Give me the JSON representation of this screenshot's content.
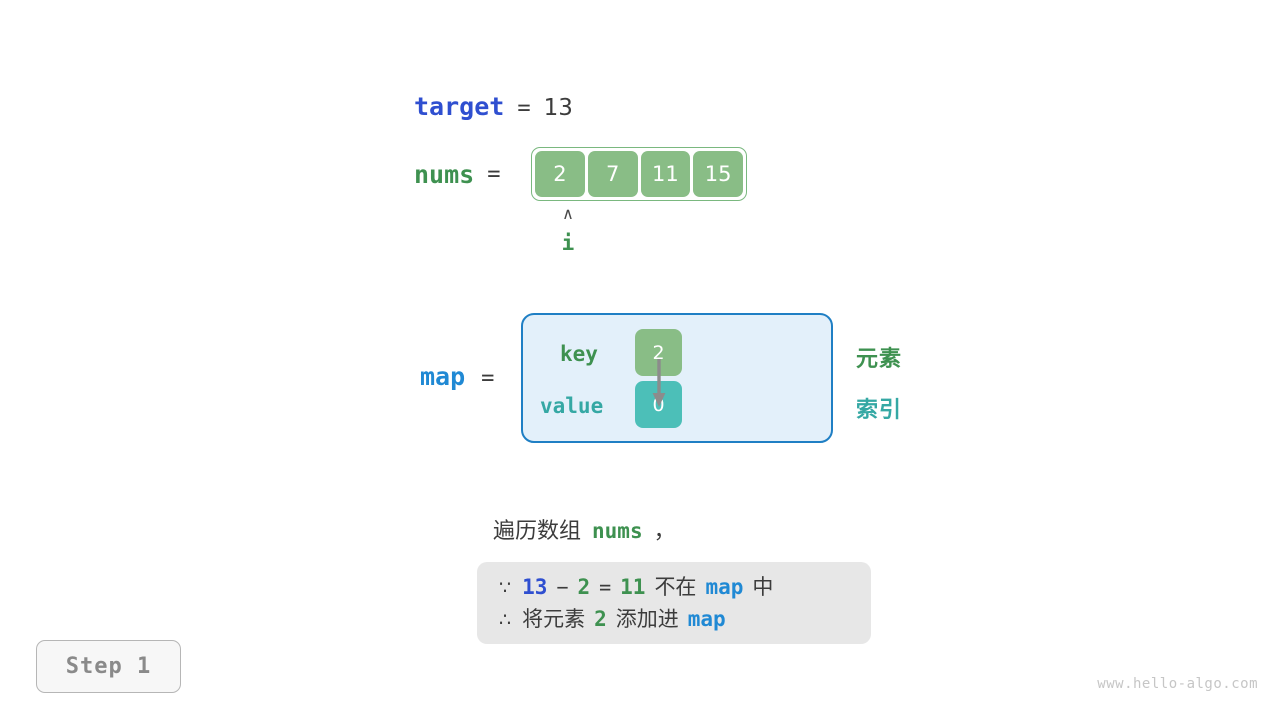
{
  "target": {
    "name": "target",
    "equals": "=",
    "value": "13"
  },
  "nums": {
    "name": "nums",
    "equals": "=",
    "cells": [
      "2",
      "7",
      "11",
      "15"
    ],
    "pointer": {
      "caret": "∧",
      "label": "i",
      "index": 0
    }
  },
  "map": {
    "name": "map",
    "equals": "=",
    "key_label": "key",
    "value_label": "value",
    "key_cell": "2",
    "value_cell": "0",
    "arrow_name": "key-to-value-arrow",
    "side_notes": {
      "element": "元素",
      "index": "索引"
    }
  },
  "description": {
    "prefix": "遍历数组",
    "code": "nums",
    "suffix": "，"
  },
  "explanation": {
    "line1": {
      "symbol": "∵",
      "a": "13",
      "minus": "−",
      "b": "2",
      "eq": "=",
      "c": "11",
      "text_mid": "不在",
      "code": "map",
      "text_end": "中"
    },
    "line2": {
      "symbol": "∴",
      "text_start": "将元素",
      "num": "2",
      "text_mid": "添加进",
      "code": "map"
    }
  },
  "step_badge": "Step 1",
  "watermark": "www.hello-algo.com",
  "colors": {
    "array_cell": "#89bd86",
    "key_cell": "#89bd86",
    "value_cell": "#4cbfb8",
    "map_box_bg": "#e3f0fa",
    "map_box_border": "#1f7fc4",
    "green_text": "#3e9150",
    "teal_text": "#35a8a4",
    "blue_target": "#2f4fd0",
    "blue_map": "#2089d4",
    "explain_bg": "#e7e7e7",
    "step_text": "#8a8a8a"
  }
}
